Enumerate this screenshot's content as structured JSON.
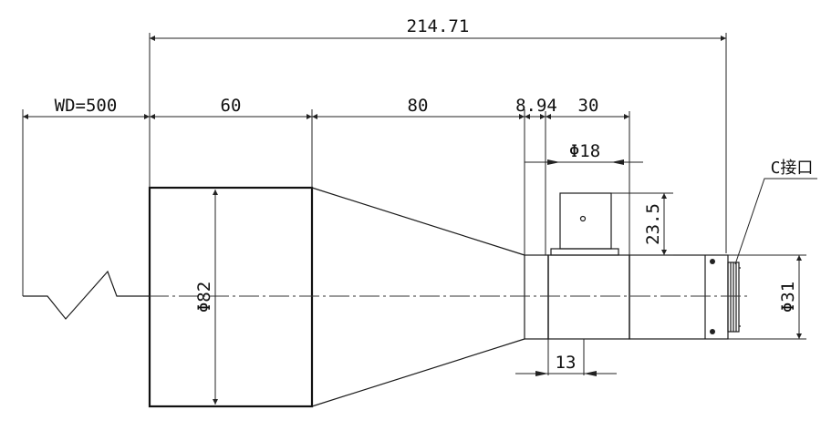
{
  "dimensions": {
    "overall_length": "214.71",
    "working_distance": "WD=500",
    "front_section_length": "60",
    "taper_length": "80",
    "gap_length": "8.94",
    "rear_section_length": "30",
    "knob_diameter": "Φ18",
    "knob_height": "23.5",
    "front_diameter": "Φ82",
    "rear_diameter": "Φ31",
    "collar_length": "13"
  },
  "labels": {
    "mount": "C接口"
  }
}
